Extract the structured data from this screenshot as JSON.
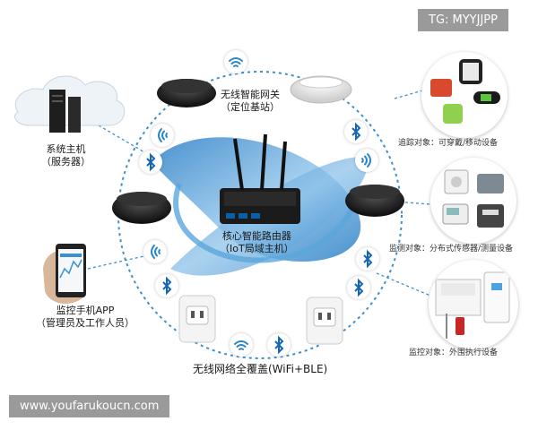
{
  "watermark_top": "TG: MYYJJPP",
  "watermark_bottom": "www.youfarukoucn.com",
  "gateway": {
    "line1": "无线智能网关",
    "line2": "（定位基站）"
  },
  "server": {
    "line1": "系统主机",
    "line2": "（服务器）"
  },
  "router": {
    "line1": "核心智能路由器",
    "line2": "（IoT局域主机）"
  },
  "app": {
    "line1": "监控手机APP",
    "line2": "（管理员及工作人员）"
  },
  "coverage": "无线网络全覆盖(WiFi+BLE)",
  "targets": {
    "tracking": "追踪对象：可穿戴/移动设备",
    "monitoring": "监测对象：分布式传感器/测量设备",
    "control": "监控对象：外围执行设备"
  },
  "colors": {
    "ring": "#3d8fd0",
    "wifi": "#2b86c8",
    "bluetooth": "#1565b5",
    "watermark_bg": "#9a9a9a"
  }
}
